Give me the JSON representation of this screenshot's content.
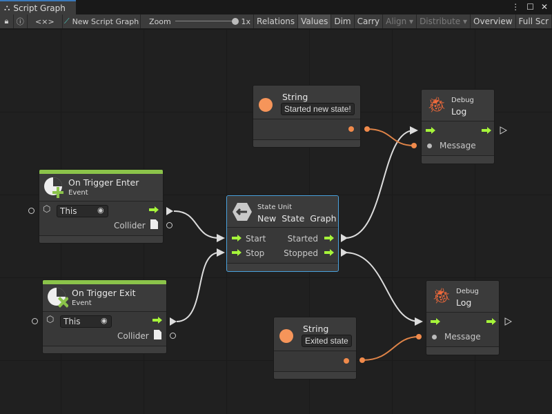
{
  "window": {
    "tab_title": "Script Graph",
    "menu_icon": "kebab-icon",
    "maximize_icon": "maximize-icon",
    "close_icon": "close-icon"
  },
  "toolbar": {
    "lock_icon": "lock-icon",
    "info_icon": "info-icon",
    "code": "<×>",
    "graph_name": "New Script Graph",
    "zoom_label": "Zoom",
    "zoom_value": "1x",
    "zoom_level": 1.0,
    "buttons": [
      {
        "label": "Relations"
      },
      {
        "label": "Values",
        "active": true
      },
      {
        "label": "Dim"
      },
      {
        "label": "Carry"
      },
      {
        "label": "Align ▾",
        "disabled": true
      },
      {
        "label": "Distribute ▾",
        "disabled": true
      },
      {
        "label": "Overview"
      },
      {
        "label": "Full Scr"
      }
    ]
  },
  "colors": {
    "flow": "#a6f53a",
    "string": "#f08a4b",
    "event_bar": "#8bc34a",
    "debug": "#f26a3b",
    "selected": "#4aa3df"
  },
  "nodes": {
    "string1": {
      "title": "String",
      "value": "Started new state!"
    },
    "string2": {
      "title": "String",
      "value": "Exited state"
    },
    "debug1": {
      "category": "Debug",
      "title": "Log",
      "port": "Message"
    },
    "debug2": {
      "category": "Debug",
      "title": "Log",
      "port": "Message"
    },
    "enter": {
      "title": "On Trigger Enter",
      "subtitle": "Event",
      "target": "This",
      "output": "Collider"
    },
    "exit": {
      "title": "On Trigger Exit",
      "subtitle": "Event",
      "target": "This",
      "output": "Collider"
    },
    "state": {
      "category": "State Unit",
      "title": "New  State  Graph",
      "in": [
        "Start",
        "Stop"
      ],
      "out": [
        "Started",
        "Stopped"
      ]
    }
  }
}
